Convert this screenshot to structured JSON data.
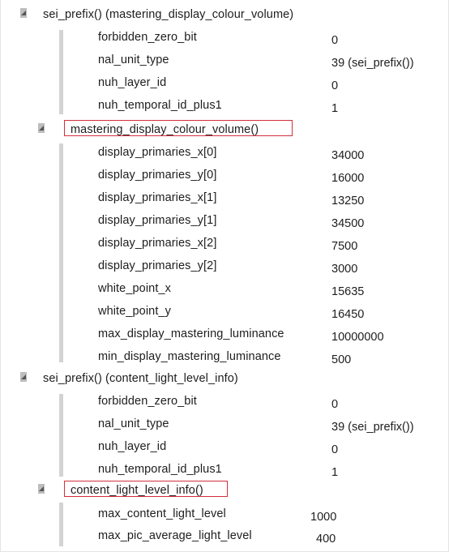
{
  "tree": {
    "sections": [
      {
        "label": "sei_prefix() (mastering_display_colour_volume)",
        "header_fields": [
          {
            "name": "forbidden_zero_bit",
            "value": "0"
          },
          {
            "name": "nal_unit_type",
            "value": "39 (sei_prefix())"
          },
          {
            "name": "nuh_layer_id",
            "value": "0"
          },
          {
            "name": "nuh_temporal_id_plus1",
            "value": "1"
          }
        ],
        "payload": {
          "label": "mastering_display_colour_volume()",
          "fields": [
            {
              "name": "display_primaries_x[0]",
              "value": "34000"
            },
            {
              "name": "display_primaries_y[0]",
              "value": "16000"
            },
            {
              "name": "display_primaries_x[1]",
              "value": "13250"
            },
            {
              "name": "display_primaries_y[1]",
              "value": "34500"
            },
            {
              "name": "display_primaries_x[2]",
              "value": "7500"
            },
            {
              "name": "display_primaries_y[2]",
              "value": "3000"
            },
            {
              "name": "white_point_x",
              "value": "15635"
            },
            {
              "name": "white_point_y",
              "value": "16450"
            },
            {
              "name": "max_display_mastering_luminance",
              "value": "10000000"
            },
            {
              "name": "min_display_mastering_luminance",
              "value": "500"
            }
          ]
        }
      },
      {
        "label": "sei_prefix() (content_light_level_info)",
        "header_fields": [
          {
            "name": "forbidden_zero_bit",
            "value": "0"
          },
          {
            "name": "nal_unit_type",
            "value": "39 (sei_prefix())"
          },
          {
            "name": "nuh_layer_id",
            "value": "0"
          },
          {
            "name": "nuh_temporal_id_plus1",
            "value": "1"
          }
        ],
        "payload": {
          "label": "content_light_level_info()",
          "fields": [
            {
              "name": "max_content_light_level",
              "value": "1000"
            },
            {
              "name": "max_pic_average_light_level",
              "value": "400"
            }
          ]
        }
      }
    ]
  },
  "colors": {
    "highlight_border": "#d32f3c",
    "toggle_background": "#bdbdbd",
    "toggle_glyph": "#555555",
    "text": "#1d1d1f"
  },
  "icons": {
    "toggle": "expanded-triangle-icon"
  }
}
